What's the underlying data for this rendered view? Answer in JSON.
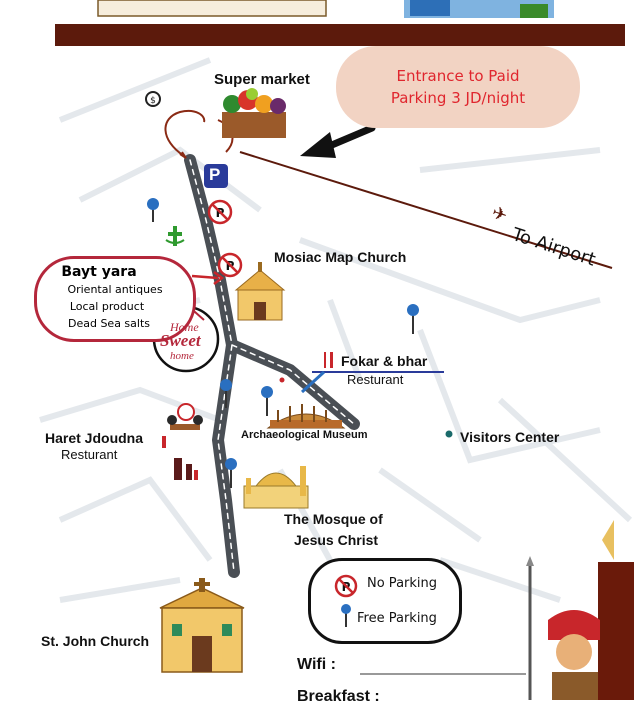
{
  "map": {
    "labels": {
      "supermarket": "Super market",
      "to_airport": "To Airport",
      "mosaic_church": "Mosiac Map Church",
      "fokar": "Fokar & bhar",
      "fokar_sub": "Resturant",
      "haret": "Haret Jdoudna",
      "haret_sub": "Resturant",
      "museum": "Archaeological Museum",
      "visitors": "Visitors Center",
      "mosque_1": "The Mosque of",
      "mosque_2": "Jesus Christ",
      "st_john": "St. John Church",
      "parking_p": "P"
    },
    "entrance_callout": {
      "line1": "Entrance to Paid",
      "line2": "Parking 3 JD/night"
    },
    "bayt_yara": {
      "title": "Bayt yara",
      "line1": "Oriental antiques",
      "line2": "Local product",
      "line3": "Dead Sea salts"
    },
    "home_sweet_home": {
      "line1": "Home",
      "line2": "Sweet",
      "line3": "home"
    },
    "legend": {
      "no_parking": "No Parking",
      "free_parking": "Free Parking"
    },
    "footer": {
      "wifi": "Wifi :",
      "breakfast": "Breakfast :"
    },
    "colors": {
      "top_band": "#5c1a0c",
      "callout_bg": "#f2d3c3",
      "callout_text": "#e0262e",
      "road": "#4a4f55",
      "bayt_border": "#b4273b",
      "parking_blue": "#2a3b9a",
      "no_parking_red": "#c8262b"
    }
  }
}
